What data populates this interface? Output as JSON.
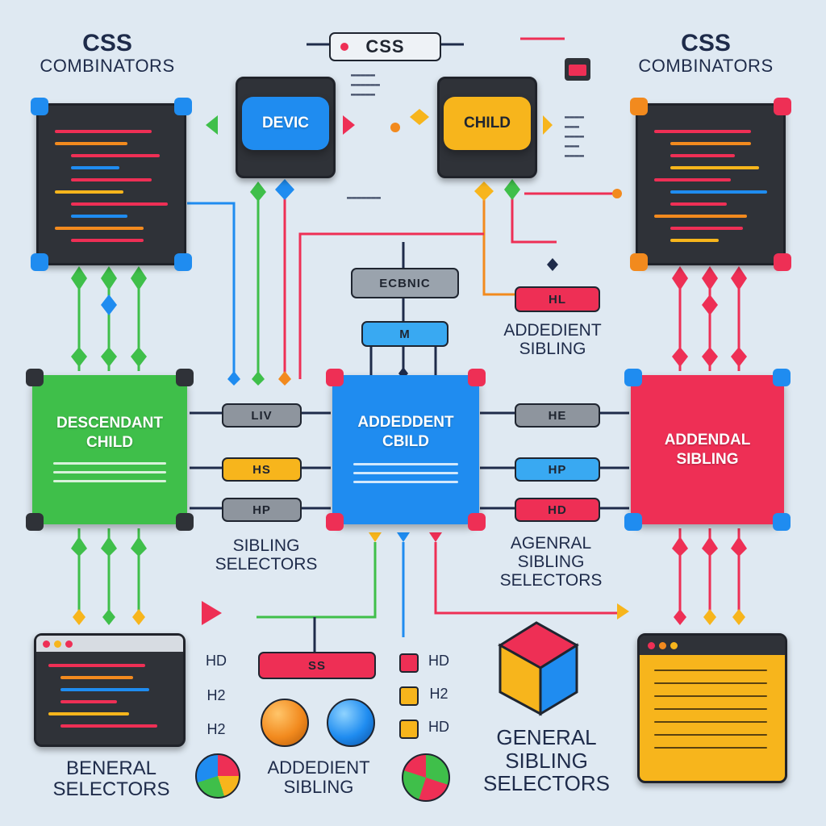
{
  "titles": {
    "left": {
      "line1": "CSS",
      "line2": "COMBINATORS"
    },
    "right": {
      "line1": "CSS",
      "line2": "COMBINATORS"
    },
    "center_pill": "CSS"
  },
  "top_cards": {
    "devic": "DEVIC",
    "child": "CHILD"
  },
  "main_cards": {
    "left": {
      "line1": "DESCENDANT",
      "line2": "CHILD"
    },
    "center": {
      "line1": "ADDEDDENT",
      "line2": "CBILD"
    },
    "right": {
      "line1": "ADDENDAL",
      "line2": "SIBLING"
    }
  },
  "pills": {
    "center_top": "ECBNIC",
    "center_mid": "M",
    "hl": "HL",
    "left_col": [
      "LIV",
      "HS",
      "HP"
    ],
    "right_col": [
      "HE",
      "HP",
      "HD"
    ],
    "bottom_red": "SS"
  },
  "labels": {
    "addedient_sibling": {
      "line1": "ADDEDIENT",
      "line2": "SIBLING"
    },
    "sibling_selectors": {
      "line1": "SIBLING",
      "line2": "SELECTORS"
    },
    "agenral": {
      "line1": "AGENRAL",
      "line2": "SIBLING",
      "line3": "SELECTORS"
    },
    "general_selectors": {
      "line1": "BENERAL",
      "line2": "SELECTORS"
    },
    "addedent_sibling_bottom": {
      "line1": "ADDEDIENT",
      "line2": "SIBLING"
    },
    "general_sibling_selectors": {
      "line1": "GENERAL",
      "line2": "SIBLING",
      "line3": "SELECTORS"
    }
  },
  "legend_left": [
    "HD",
    "H2",
    "H2"
  ],
  "legend_right": [
    "HD",
    "H2",
    "HD"
  ],
  "colors": {
    "green": "#3fbf4a",
    "blue": "#1f8cf0",
    "red": "#ee2f55",
    "yellow": "#f7b51c",
    "orange": "#f28a1e",
    "dark": "#2f3238"
  }
}
